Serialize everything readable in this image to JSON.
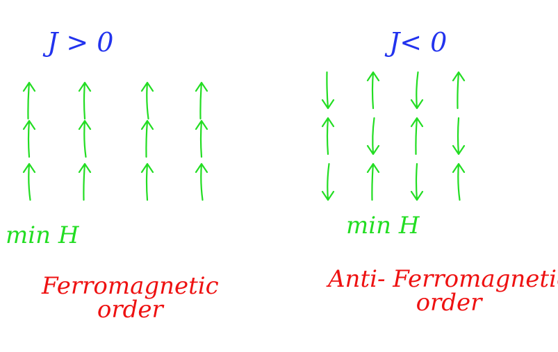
{
  "panels": [
    {
      "id": "ferromagnetic",
      "condition": "J > 0",
      "minimum_label": "min H",
      "order_line1": "Ferromagnetic",
      "order_line2": "order",
      "spins": [
        [
          "up",
          "up",
          "up",
          "up"
        ],
        [
          "up",
          "up",
          "up",
          "up"
        ],
        [
          "up",
          "up",
          "up",
          "up"
        ]
      ]
    },
    {
      "id": "antiferromagnetic",
      "condition": "J< 0",
      "minimum_label": "min H",
      "order_line1": "Anti- Ferromagnetic",
      "order_line2": "order",
      "spins": [
        [
          "down",
          "up",
          "down",
          "up"
        ],
        [
          "up",
          "down",
          "up",
          "down"
        ],
        [
          "down",
          "up",
          "down",
          "up"
        ]
      ]
    }
  ],
  "colors": {
    "condition": "#2233ee",
    "spin": "#22dd22",
    "order": "#ee1111"
  }
}
